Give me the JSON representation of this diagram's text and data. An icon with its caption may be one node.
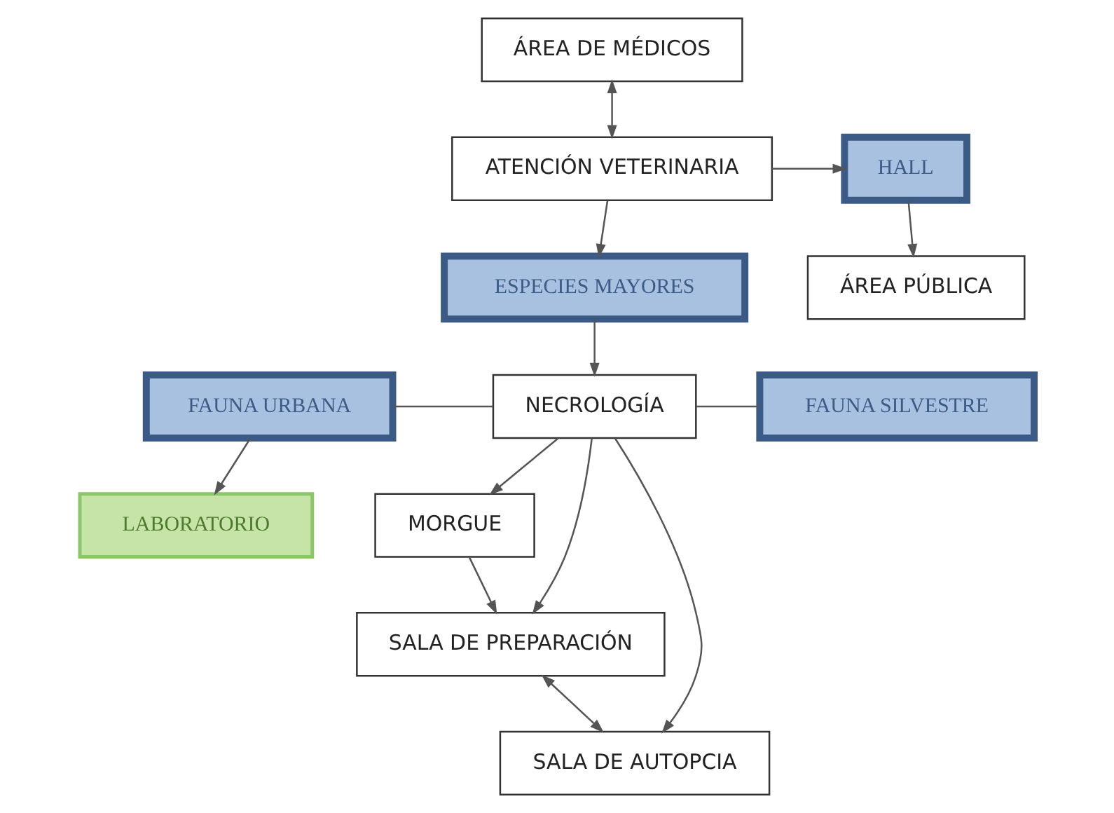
{
  "diagram": {
    "nodes": [
      {
        "text": [
          "ÁREA DE MÉDICOS"
        ]
      },
      {
        "text": [
          "HALL"
        ]
      },
      {
        "text": [
          "ATENCIÓN VETERINARIA"
        ]
      },
      {
        "text": [
          "ÁREA PÚBLICA"
        ]
      },
      {
        "text": [
          "ESPECIES MAYORES"
        ]
      },
      {
        "text": [
          "FAUNA URBANA"
        ]
      },
      {
        "text": [
          "NECROLOGÍA"
        ]
      },
      {
        "text": [
          "FAUNA SILVESTRE"
        ]
      },
      {
        "text": [
          "SALA DE PREPARACIÓN"
        ]
      },
      {
        "text": [
          "MORGUE"
        ]
      },
      {
        "text": [
          "SALA DE AUTOPCIA"
        ]
      },
      {
        "text": [
          "LABORATORIO"
        ]
      }
    ],
    "edges": [
      {
        "from": 0,
        "to": 2,
        "arrow": "both"
      },
      {
        "from": 2,
        "to": 1,
        "arrow": "to"
      },
      {
        "from": 1,
        "to": 3,
        "arrow": "to"
      },
      {
        "from": 2,
        "to": 4,
        "arrow": "to"
      },
      {
        "from": 4,
        "to": 6,
        "arrow": "to"
      },
      {
        "from": 5,
        "to": 6,
        "arrow": "none"
      },
      {
        "from": 6,
        "to": 7,
        "arrow": "none"
      },
      {
        "from": 5,
        "to": 11,
        "arrow": "to"
      },
      {
        "from": 6,
        "to": 8,
        "arrow": "to"
      },
      {
        "from": 6,
        "to": 9,
        "arrow": "to"
      },
      {
        "from": 6,
        "to": 10,
        "arrow": "to"
      },
      {
        "from": 9,
        "to": 8,
        "arrow": "to"
      },
      {
        "from": 8,
        "to": 10,
        "arrow": "both"
      }
    ]
  }
}
